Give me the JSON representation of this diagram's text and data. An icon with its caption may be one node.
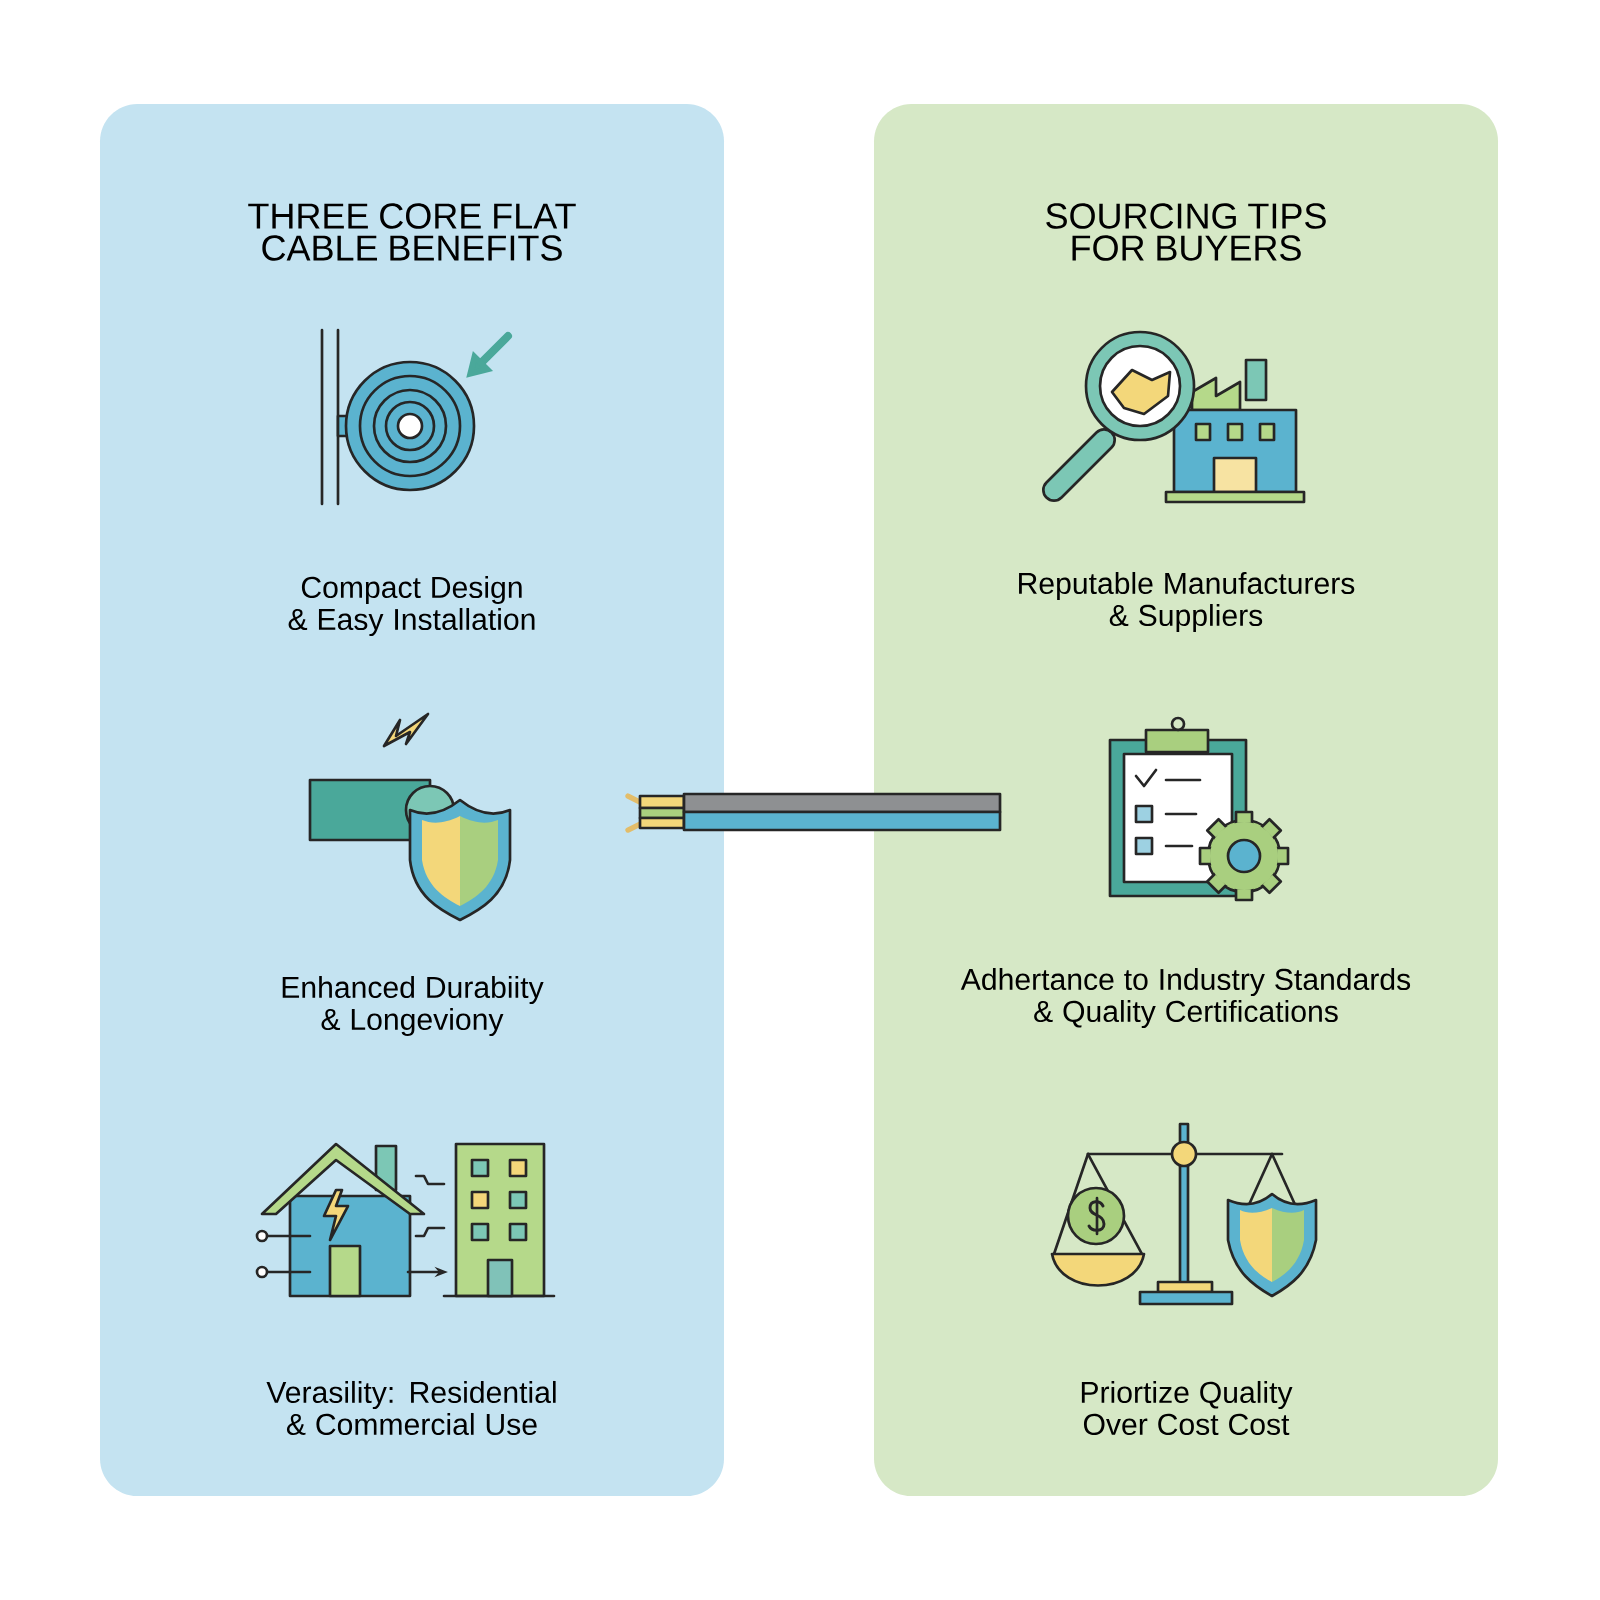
{
  "diagram": {
    "nodes": [
      {
        "text": [
          "THREE CORE FLAT CABLE BENEFITS",
          "Compact Design & Easy Installation",
          "Enhanced Durabiity & Longeviony",
          "Verasility: Residential & Commercial Use"
        ]
      },
      {
        "text": [
          "SOURCING TIPS FOR BUYERS",
          "Reputable Manufacturers & Suppliers",
          "Adhertance to Industry Standards & Quality Certifications",
          "Priortize Quality Over Cost Cost"
        ]
      }
    ]
  }
}
